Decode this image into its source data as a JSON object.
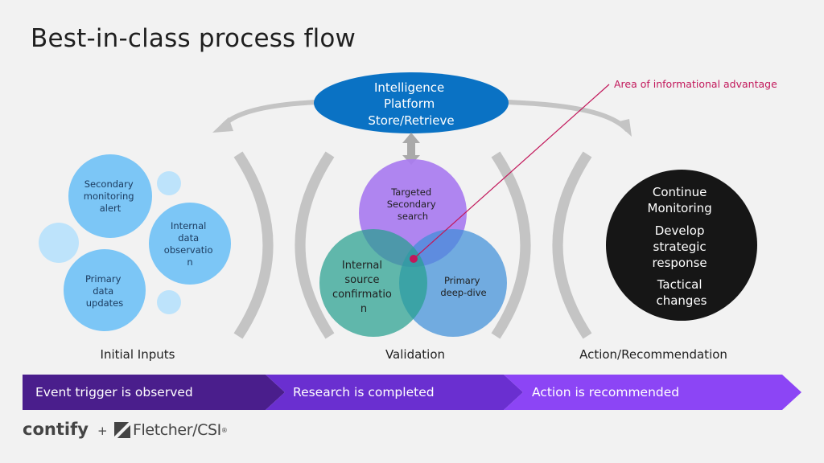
{
  "title": "Best-in-class process flow",
  "annotation": "Area of informational advantage",
  "platform": {
    "lines": [
      "Intelligence",
      "Platform",
      "Store/Retrieve"
    ]
  },
  "inputs": {
    "secondary": [
      "Secondary",
      "monitoring",
      "alert"
    ],
    "internal": [
      "Internal",
      "data",
      "observatio",
      "n"
    ],
    "primary": [
      "Primary",
      "data",
      "updates"
    ]
  },
  "validation": {
    "targeted": [
      "Targeted",
      "Secondary",
      "search"
    ],
    "internal": [
      "Internal",
      "source",
      "confirmatio",
      "n"
    ],
    "primary": [
      "Primary",
      "deep-dive"
    ]
  },
  "action": {
    "lines": [
      "Continue",
      "Monitoring",
      "Develop",
      "strategic",
      "response",
      "Tactical",
      "changes"
    ]
  },
  "stage_labels": {
    "inputs": "Initial Inputs",
    "validation": "Validation",
    "action": "Action/Recommendation"
  },
  "steps": [
    "Event trigger is observed",
    "Research is completed",
    "Action is recommended"
  ],
  "logos": {
    "contify": "contify",
    "plus": "+",
    "fletcher": "Fletcher/CSI",
    "reg": "®"
  },
  "colors": {
    "platform": "#0a72c4",
    "input_circle": "#7cc6f6",
    "input_small": "#bde3fb",
    "targeted": "#a97cf0",
    "internal_source": "#27a08f",
    "primary_deep": "#3f8fd8",
    "action": "#161616",
    "step1": "#4a1e8c",
    "step2": "#6a2fd0",
    "step3": "#8c45f5",
    "annotation": "#c2185b"
  }
}
